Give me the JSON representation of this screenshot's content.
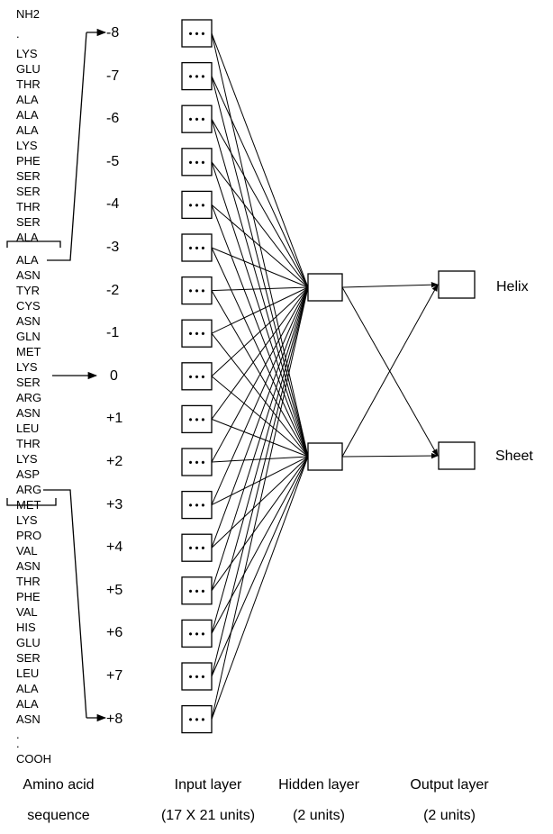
{
  "sequence": [
    "NH2",
    ".",
    "LYS",
    "GLU",
    "THR",
    "ALA",
    "ALA",
    "ALA",
    "LYS",
    "PHE",
    "SER",
    "SER",
    "THR",
    "SER",
    "ALA",
    "ALA",
    "ASN",
    "TYR",
    "CYS",
    "ASN",
    "GLN",
    "MET",
    "LYS",
    "SER",
    "ARG",
    "ASN",
    "LEU",
    "THR",
    "LYS",
    "ASP",
    "ARG",
    "MET",
    "LYS",
    "PRO",
    "VAL",
    "ASN",
    "THR",
    "PHE",
    "VAL",
    "HIS",
    "GLU",
    "SER",
    "LEU",
    "ALA",
    "ALA",
    "ASN",
    ".",
    ".",
    "COOH"
  ],
  "positions": [
    "-8",
    "-7",
    "-6",
    "-5",
    "-4",
    "-3",
    "-2",
    "-1",
    "0",
    "+1",
    "+2",
    "+3",
    "+4",
    "+5",
    "+6",
    "+7",
    "+8"
  ],
  "input_unit_text": "• • •",
  "outputs": [
    "Helix",
    "Sheet"
  ],
  "captions": {
    "amino": [
      "Amino acid",
      "sequence"
    ],
    "input": [
      "Input layer",
      "(17 X 21 units)"
    ],
    "hidden": [
      "Hidden layer",
      "(2 units)"
    ],
    "output": [
      "Output layer",
      "(2 units)"
    ]
  }
}
